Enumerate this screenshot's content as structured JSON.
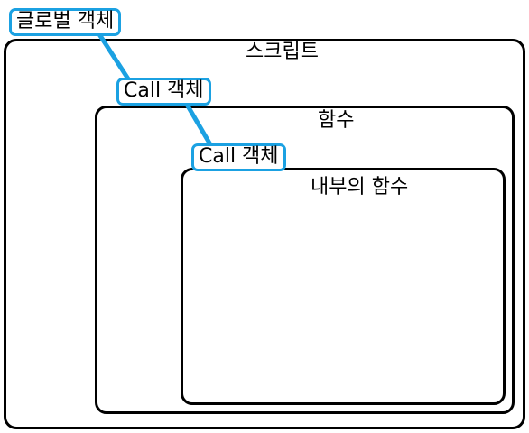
{
  "scopes": {
    "script_label": "스크립트",
    "function_label": "함수",
    "inner_function_label": "내부의 함수"
  },
  "scope_objects": {
    "global_label": "글로벌 객체",
    "call_outer_label": "Call 객체",
    "call_inner_label": "Call 객체"
  },
  "colors": {
    "scope_border": "#000000",
    "object_border": "#1ba1e2",
    "chain_line": "#1ba1e2"
  }
}
